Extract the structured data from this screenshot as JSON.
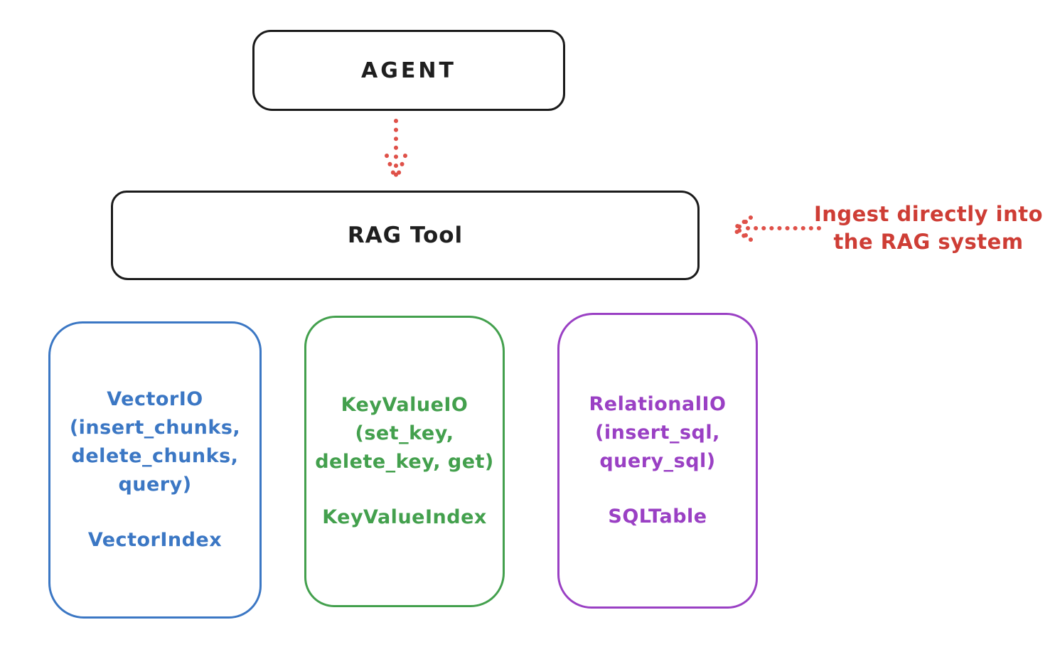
{
  "agent": {
    "label": "AGENT"
  },
  "rag_tool": {
    "label": "RAG Tool"
  },
  "annotation": {
    "text": [
      "Ingest directly into",
      "the RAG system"
    ],
    "color": "#ce3d35"
  },
  "arrows": [
    {
      "name": "agent-to-rag-tool",
      "style": "dotted",
      "direction": "down",
      "color": "#df5149"
    },
    {
      "name": "ingest-into-rag-tool",
      "style": "dotted",
      "direction": "left",
      "color": "#df5149"
    }
  ],
  "cards": [
    {
      "name": "VectorIO",
      "methods": [
        "VectorIO",
        "(insert_chunks,",
        "delete_chunks,",
        "query)"
      ],
      "index_label": "VectorIndex",
      "color": "#3b77c4"
    },
    {
      "name": "KeyValueIO",
      "methods": [
        "KeyValueIO",
        "(set_key,",
        "delete_key, get)"
      ],
      "index_label": "KeyValueIndex",
      "color": "#43a04d"
    },
    {
      "name": "RelationalIO",
      "methods": [
        "RelationalIO",
        "(insert_sql,",
        "query_sql)"
      ],
      "index_label": "SQLTable",
      "color": "#9a40c4"
    }
  ],
  "colors": {
    "stroke_black": "#1b1b1b",
    "background": "#ffffff",
    "blue": "#3b77c4",
    "green": "#43a04d",
    "purple": "#9a40c4",
    "red": "#df5149",
    "red_text": "#ce3d35"
  }
}
